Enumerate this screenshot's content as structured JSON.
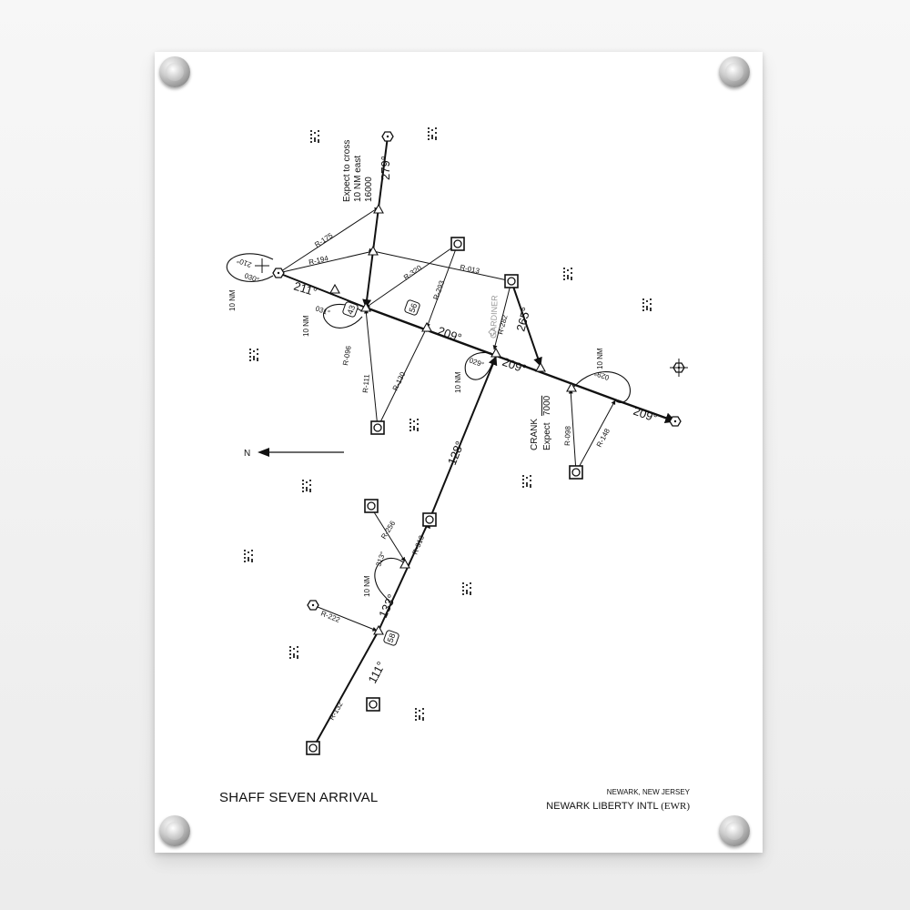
{
  "procedure": {
    "title": "SHAFF SEVEN ARRIVAL",
    "city": "NEWARK, NEW JERSEY",
    "airport": "NEWARK LIBERTY INTL",
    "airport_id": "(EWR)"
  },
  "north": {
    "label": "N"
  },
  "crossing_note": {
    "line1": "Expect to cross",
    "line2": "10 NM east",
    "line3": "16000"
  },
  "courses": {
    "c279": "279°",
    "c211": "211°",
    "c209a": "209°",
    "c209b": "209°",
    "c209c": "209°",
    "c265": "265°",
    "c128": "128°",
    "c133": "133°",
    "c111": "111°"
  },
  "radials": {
    "r175": "R-175",
    "r194": "R-194",
    "r320": "R-320",
    "r293": "R-293",
    "r013": "R-013",
    "r096": "R-096",
    "r111": "R-111",
    "r130": "R-130",
    "r282": "R-282",
    "r098": "R-098",
    "r148": "R-148",
    "r256": "R-256",
    "r313": "R-313",
    "r222": "R-222",
    "r132": "R-132"
  },
  "holdings": {
    "h210": "210°",
    "h030a": "030°",
    "h031": "031°",
    "h029a": "029°",
    "h029b": "029°",
    "h313": "313°",
    "dist_a": "10 NM",
    "dist_b": "10 NM",
    "dist_c": "10 NM",
    "dist_d": "10 NM",
    "dist_e": "10 NM"
  },
  "shields": {
    "s43": "43",
    "s56": "56",
    "s58": "58"
  },
  "fixes": {
    "gardiner": "GARDINER",
    "crank": "CRANK",
    "crank_expect": "Expect",
    "crank_alt": "7000"
  }
}
